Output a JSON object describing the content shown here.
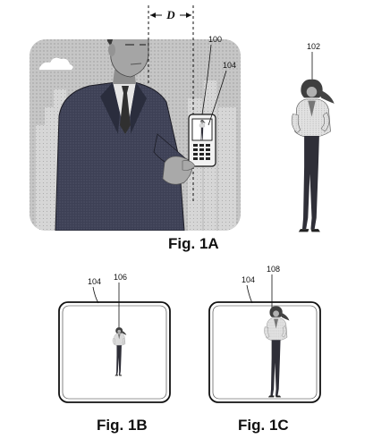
{
  "figures": {
    "fig1a": {
      "label": "Fig. 1A",
      "distance_label": "D",
      "ref_phone": "100",
      "ref_screen": "104",
      "ref_subject": "102"
    },
    "fig1b": {
      "label": "Fig. 1B",
      "ref_frame": "104",
      "ref_subject": "106"
    },
    "fig1c": {
      "label": "Fig. 1C",
      "ref_frame": "104",
      "ref_subject": "108"
    }
  },
  "colors": {
    "sky": "#b9b9b9",
    "buildings": "#d2d2d2",
    "suit": "#3a3d52",
    "skin": "#9c9c9c",
    "coat": "#d8d8d8",
    "legs": "#2f2f38",
    "hair": "#4a4a4a",
    "stroke": "#111111"
  },
  "icons": [
    "woman-figure-icon",
    "mobile-phone-icon",
    "man-figure-icon"
  ]
}
